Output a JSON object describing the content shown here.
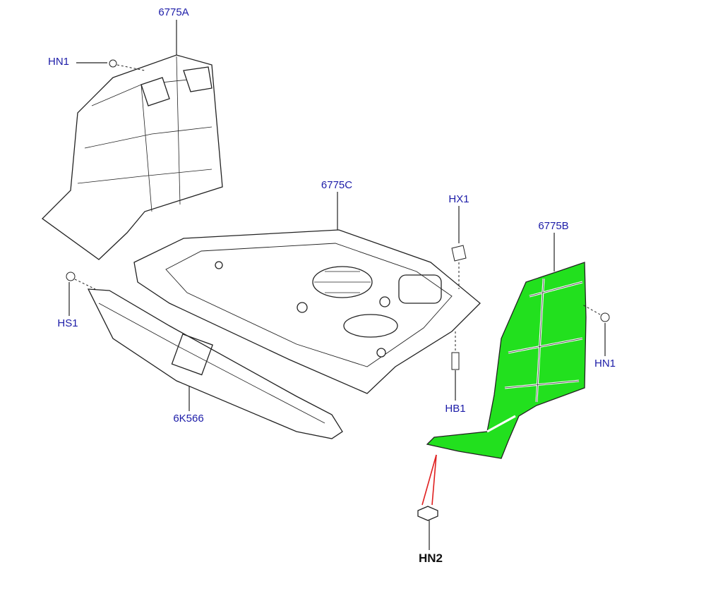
{
  "labels": {
    "part_6775A": "6775A",
    "hn1_left": "HN1",
    "part_6775C": "6775C",
    "hx1": "HX1",
    "part_6775B": "6775B",
    "hs1": "HS1",
    "hn1_right": "HN1",
    "part_6K566": "6K566",
    "hb1": "HB1",
    "hn2": "HN2"
  },
  "colors": {
    "label": "#1c1ca8",
    "highlight": "#22e01e",
    "callout": "#e02020"
  }
}
